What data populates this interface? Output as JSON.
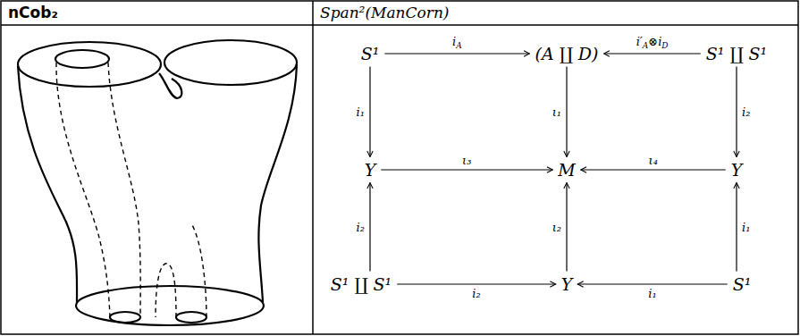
{
  "diagram": {
    "nodes": [
      {
        "text": [
          "S¹"
        ]
      },
      {
        "text": [
          "(A ∐ D)"
        ]
      },
      {
        "text": [
          "S¹ ∐ S¹"
        ]
      },
      {
        "text": [
          "Y"
        ]
      },
      {
        "text": [
          "M"
        ]
      },
      {
        "text": [
          "Y"
        ]
      },
      {
        "text": [
          "S¹ ∐ S¹"
        ]
      },
      {
        "text": [
          "Y"
        ]
      },
      {
        "text": [
          "S¹"
        ]
      }
    ],
    "edges": [
      {
        "from": 0,
        "to": 1,
        "label": "iA",
        "arrow": "to"
      },
      {
        "from": 2,
        "to": 1,
        "label": "i′A⊗iD",
        "arrow": "to"
      },
      {
        "from": 0,
        "to": 3,
        "label": "i₁",
        "arrow": "to"
      },
      {
        "from": 1,
        "to": 4,
        "label": "ι₁",
        "arrow": "to"
      },
      {
        "from": 2,
        "to": 5,
        "label": "i₂",
        "arrow": "to"
      },
      {
        "from": 3,
        "to": 4,
        "label": "ι₃",
        "arrow": "to"
      },
      {
        "from": 5,
        "to": 4,
        "label": "ι₄",
        "arrow": "to"
      },
      {
        "from": 6,
        "to": 3,
        "label": "i₂",
        "arrow": "to"
      },
      {
        "from": 7,
        "to": 4,
        "label": "ι₂",
        "arrow": "to"
      },
      {
        "from": 8,
        "to": 5,
        "label": "i₁",
        "arrow": "to"
      },
      {
        "from": 6,
        "to": 7,
        "label": "i₂",
        "arrow": "to"
      },
      {
        "from": 8,
        "to": 7,
        "label": "i₁",
        "arrow": "to"
      }
    ],
    "labels": [
      "nCob₂",
      "Span²(ManCorn)"
    ]
  }
}
